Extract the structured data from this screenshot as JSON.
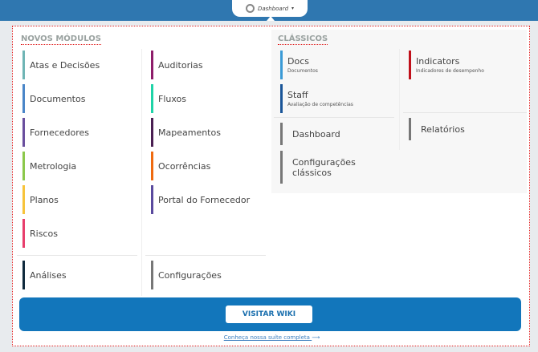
{
  "header": {
    "dashboard_label": "Dashboard",
    "caret": "▾"
  },
  "novos": {
    "title": "NOVOS MÓDULOS",
    "col1": [
      {
        "label": "Atas e Decisões",
        "color": "#6fb5b5"
      },
      {
        "label": "Documentos",
        "color": "#4a86c8"
      },
      {
        "label": "Fornecedores",
        "color": "#6a4f9e"
      },
      {
        "label": "Metrologia",
        "color": "#8cc84b"
      },
      {
        "label": "Planos",
        "color": "#f7c33b"
      },
      {
        "label": "Riscos",
        "color": "#e83e6c"
      }
    ],
    "col2": [
      {
        "label": "Auditorias",
        "color": "#8e1d6a"
      },
      {
        "label": "Fluxos",
        "color": "#1fd3a7"
      },
      {
        "label": "Mapeamentos",
        "color": "#4a1f52"
      },
      {
        "label": "Ocorrências",
        "color": "#ef6a10"
      },
      {
        "label": "Portal do Fornecedor",
        "color": "#5a4a9e"
      }
    ],
    "bottom": [
      {
        "label": "Análises",
        "color": "#0f2a3d"
      },
      {
        "label": "Configurações",
        "color": "#777777"
      }
    ]
  },
  "classicos": {
    "title": "CLÁSSICOS",
    "items": [
      {
        "label": "Docs",
        "sub": "Documentos",
        "color": "#3a9ad6"
      },
      {
        "label": "Staff",
        "sub": "Avaliação de competências",
        "color": "#1a5598"
      },
      {
        "label": "Indicators",
        "sub": "Indicadores de desempenho",
        "color": "#c0101a"
      },
      {
        "label": "Dashboard",
        "color": "#777777"
      },
      {
        "label": "Relatórios",
        "color": "#777777"
      },
      {
        "label": "Configurações clássicos",
        "color": "#777777"
      }
    ]
  },
  "footer": {
    "wiki_label": "VISITAR WIKI",
    "suite_link": "Conheça nossa suíte completa",
    "arrow": "⟶"
  }
}
